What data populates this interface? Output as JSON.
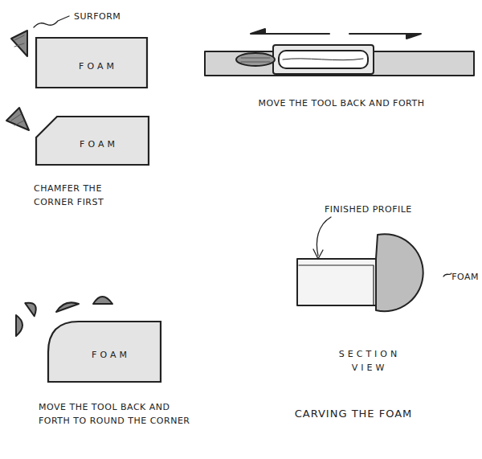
{
  "diagram": {
    "caption": "CARVING THE FOAM",
    "nodes": [
      {
        "text": [
          "FOAM"
        ]
      },
      {
        "text": [
          "FOAM"
        ]
      },
      {
        "text": [
          "FOAM"
        ]
      }
    ],
    "labels": [
      "SURFORM",
      "MOVE THE TOOL BACK AND FORTH",
      "CHAMFER THE CORNER FIRST",
      "FINISHED PROFILE",
      "FOAM",
      "SECTION VIEW",
      "MOVE THE TOOL BACK AND FORTH TO ROUND THE CORNER"
    ]
  }
}
